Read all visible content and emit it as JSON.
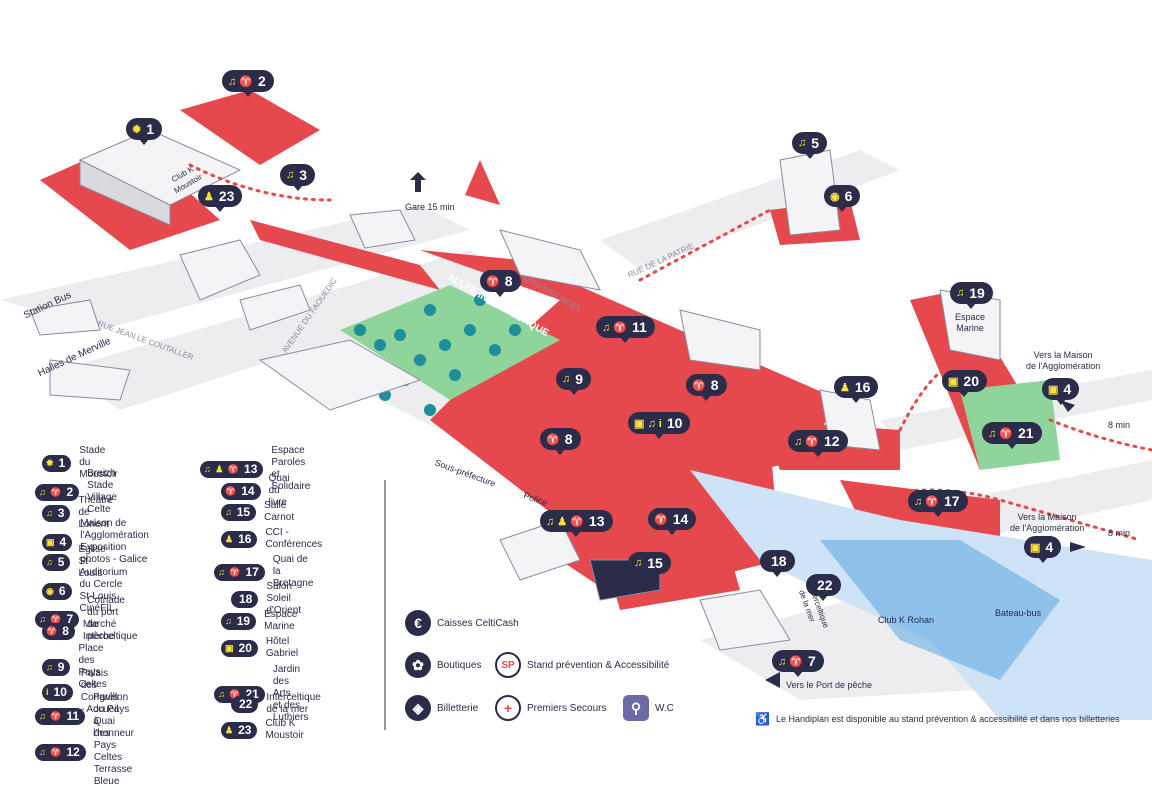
{
  "legend": [
    {
      "icons": "✹",
      "num": "1",
      "label": "Stade du Moustoir"
    },
    {
      "icons": "♫ ♈",
      "num": "2",
      "label": "Breizh Stade\nVillage Celte"
    },
    {
      "icons": "♫",
      "num": "3",
      "label": "Théâtre de Lorient"
    },
    {
      "icons": "▣",
      "num": "4",
      "label": "Maison de l'Agglomération\nExposition photos - Galice"
    },
    {
      "icons": "♫",
      "num": "5",
      "label": "Église St-Louis"
    },
    {
      "icons": "◉",
      "num": "6",
      "label": "Auditorium du Cercle St-Louis\nCinéFIL"
    },
    {
      "icons": "♫ ♈",
      "num": "7",
      "label": "Cotriade du port de pêche"
    },
    {
      "icons": "♈",
      "num": "8",
      "label": "Marché Interceltique"
    },
    {
      "icons": "♫",
      "num": "9",
      "label": "Place des Pays Celtes"
    },
    {
      "icons": "i",
      "num": "10",
      "label": "Palais des Congrès - Accueil"
    },
    {
      "icons": "♫ ♈",
      "num": "11",
      "label": "Pavillon du Pays à l'honneur"
    },
    {
      "icons": "♫ ♈",
      "num": "12",
      "label": "Quai des Pays Celtes\nTerrasse Bleue"
    },
    {
      "icons": "♫ ♟ ♈",
      "num": "13",
      "label": "Espace Paroles et Solidaire"
    },
    {
      "icons": "♈",
      "num": "14",
      "label": "Quai du livre"
    },
    {
      "icons": "♫",
      "num": "15",
      "label": "Salle Carnot"
    },
    {
      "icons": "♟",
      "num": "16",
      "label": "CCI - Conférences"
    },
    {
      "icons": "♫ ♈",
      "num": "17",
      "label": "Quai de la Bretagne"
    },
    {
      "icons": "",
      "num": "18",
      "label": "Salon Soleil d'Orient"
    },
    {
      "icons": "♫",
      "num": "19",
      "label": "Espace Marine"
    },
    {
      "icons": "▣",
      "num": "20",
      "label": "Hôtel Gabriel"
    },
    {
      "icons": "♫ ♈",
      "num": "21",
      "label": "Jardin des Arts\net des Luthiers"
    },
    {
      "icons": "",
      "num": "22",
      "label": "Interceltique de la mer"
    },
    {
      "icons": "♟",
      "num": "23",
      "label": "Club K Moustoir"
    }
  ],
  "symbols": [
    {
      "icon": "€",
      "label": "Caisses CeltiCash",
      "style": ""
    },
    {
      "icon": "✿",
      "label": "Boutiques",
      "style": ""
    },
    {
      "icon": "SP",
      "label": "Stand prévention & Accessibilité",
      "style": "red"
    },
    {
      "icon": "◈",
      "label": "Billetterie",
      "style": ""
    },
    {
      "icon": "+",
      "label": "Premiers Secours",
      "style": "red"
    },
    {
      "icon": "⚲",
      "label": "W.C",
      "style": "sq"
    }
  ],
  "footnote": "Le Handiplan est disponible au stand prévention & accessibilité et dans nos billetteries",
  "map_labels": {
    "gare": "Gare 15 min",
    "station_bus": "Station Bus",
    "halles": "Halles de Merville",
    "rue_jean": "RUE JEAN LE COUTALLER",
    "avenue": "AVENUE DU FAOUEDIC",
    "rue_patrie": "RUE DE LA PATRIE",
    "quai": "QUAI DES INDES",
    "allee": "ALLÉE INTERCELTIQUE",
    "sous_prefecture": "Sous-préfecture",
    "police": "Police",
    "espace_marine": "Espace\nMarine",
    "maison1": "Vers la Maison\nde l'Agglomération",
    "maison2": "Vers la Maison\nde l'Agglomération",
    "min8a": "8 min",
    "min8b": "8 min",
    "club_rohan": "Club K Rohan",
    "bateau": "Bateau-bus",
    "port_peche": "Vers le Port de pêche",
    "interceltique_mer": "Interceltique\nde la mer",
    "club_moustoir": "Club K\nMoustoir"
  },
  "pins": [
    {
      "icons": "✹",
      "num": "1"
    },
    {
      "icons": "♫ ♈",
      "num": "2"
    },
    {
      "icons": "♫",
      "num": "3"
    },
    {
      "icons": "▣",
      "num": "4"
    },
    {
      "icons": "▣",
      "num": "4"
    },
    {
      "icons": "♫",
      "num": "5"
    },
    {
      "icons": "◉",
      "num": "6"
    },
    {
      "icons": "♫ ♈",
      "num": "7"
    },
    {
      "icons": "♈",
      "num": "8"
    },
    {
      "icons": "♈",
      "num": "8"
    },
    {
      "icons": "♈",
      "num": "8"
    },
    {
      "icons": "♫",
      "num": "9"
    },
    {
      "icons": "▣ ♫ i",
      "num": "10"
    },
    {
      "icons": "♫ ♈",
      "num": "11"
    },
    {
      "icons": "♫ ♈",
      "num": "12"
    },
    {
      "icons": "♫ ♟ ♈",
      "num": "13"
    },
    {
      "icons": "♈",
      "num": "14"
    },
    {
      "icons": "♫",
      "num": "15"
    },
    {
      "icons": "♟",
      "num": "16"
    },
    {
      "icons": "♫ ♈",
      "num": "17"
    },
    {
      "icons": "",
      "num": "18"
    },
    {
      "icons": "♫",
      "num": "19"
    },
    {
      "icons": "▣",
      "num": "20"
    },
    {
      "icons": "♫ ♈",
      "num": "21"
    },
    {
      "icons": "",
      "num": "22"
    },
    {
      "icons": "♟",
      "num": "23"
    }
  ],
  "colors": {
    "red": "#e5484d",
    "navy": "#2b2b4a",
    "green": "#7fd08a",
    "water": "#cfe3f6",
    "tree": "#1e8f9a",
    "yellow": "#ffe23a"
  }
}
